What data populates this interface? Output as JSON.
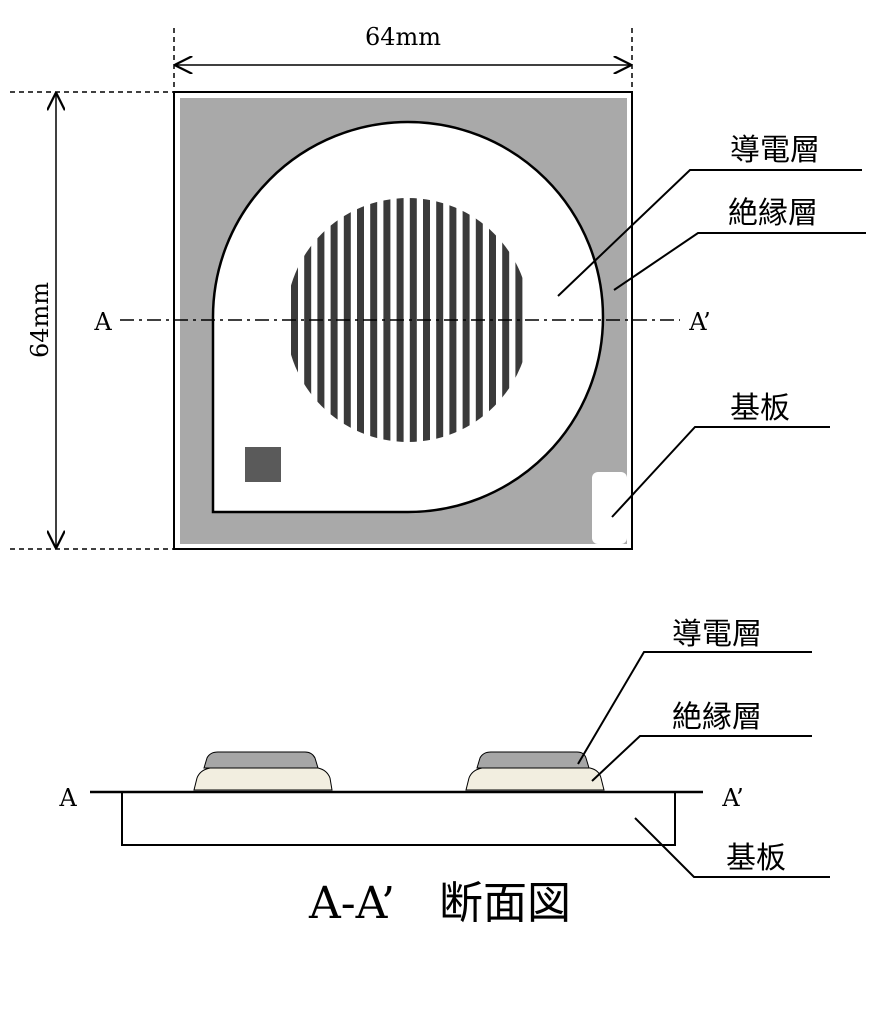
{
  "plan_view": {
    "width_dimension": "64mm",
    "height_dimension": "64mm",
    "section_start": "A",
    "section_end": "A’",
    "labels": {
      "conductive_layer": "導電層",
      "insulating_layer": "絶縁層",
      "substrate": "基板"
    },
    "colors": {
      "insulating": "#a9a9a9",
      "electrode_lines": "#3a3a3a",
      "pad": "#5a5a5a",
      "substrate": "#ffffff"
    }
  },
  "section_view": {
    "section_start": "A",
    "section_end": "A’",
    "title": "A-A’　断面図",
    "labels": {
      "conductive_layer": "導電層",
      "insulating_layer": "絶縁層",
      "substrate": "基板"
    },
    "colors": {
      "conductive": "#a6a6a6",
      "insulating": "#f2eee0"
    }
  }
}
